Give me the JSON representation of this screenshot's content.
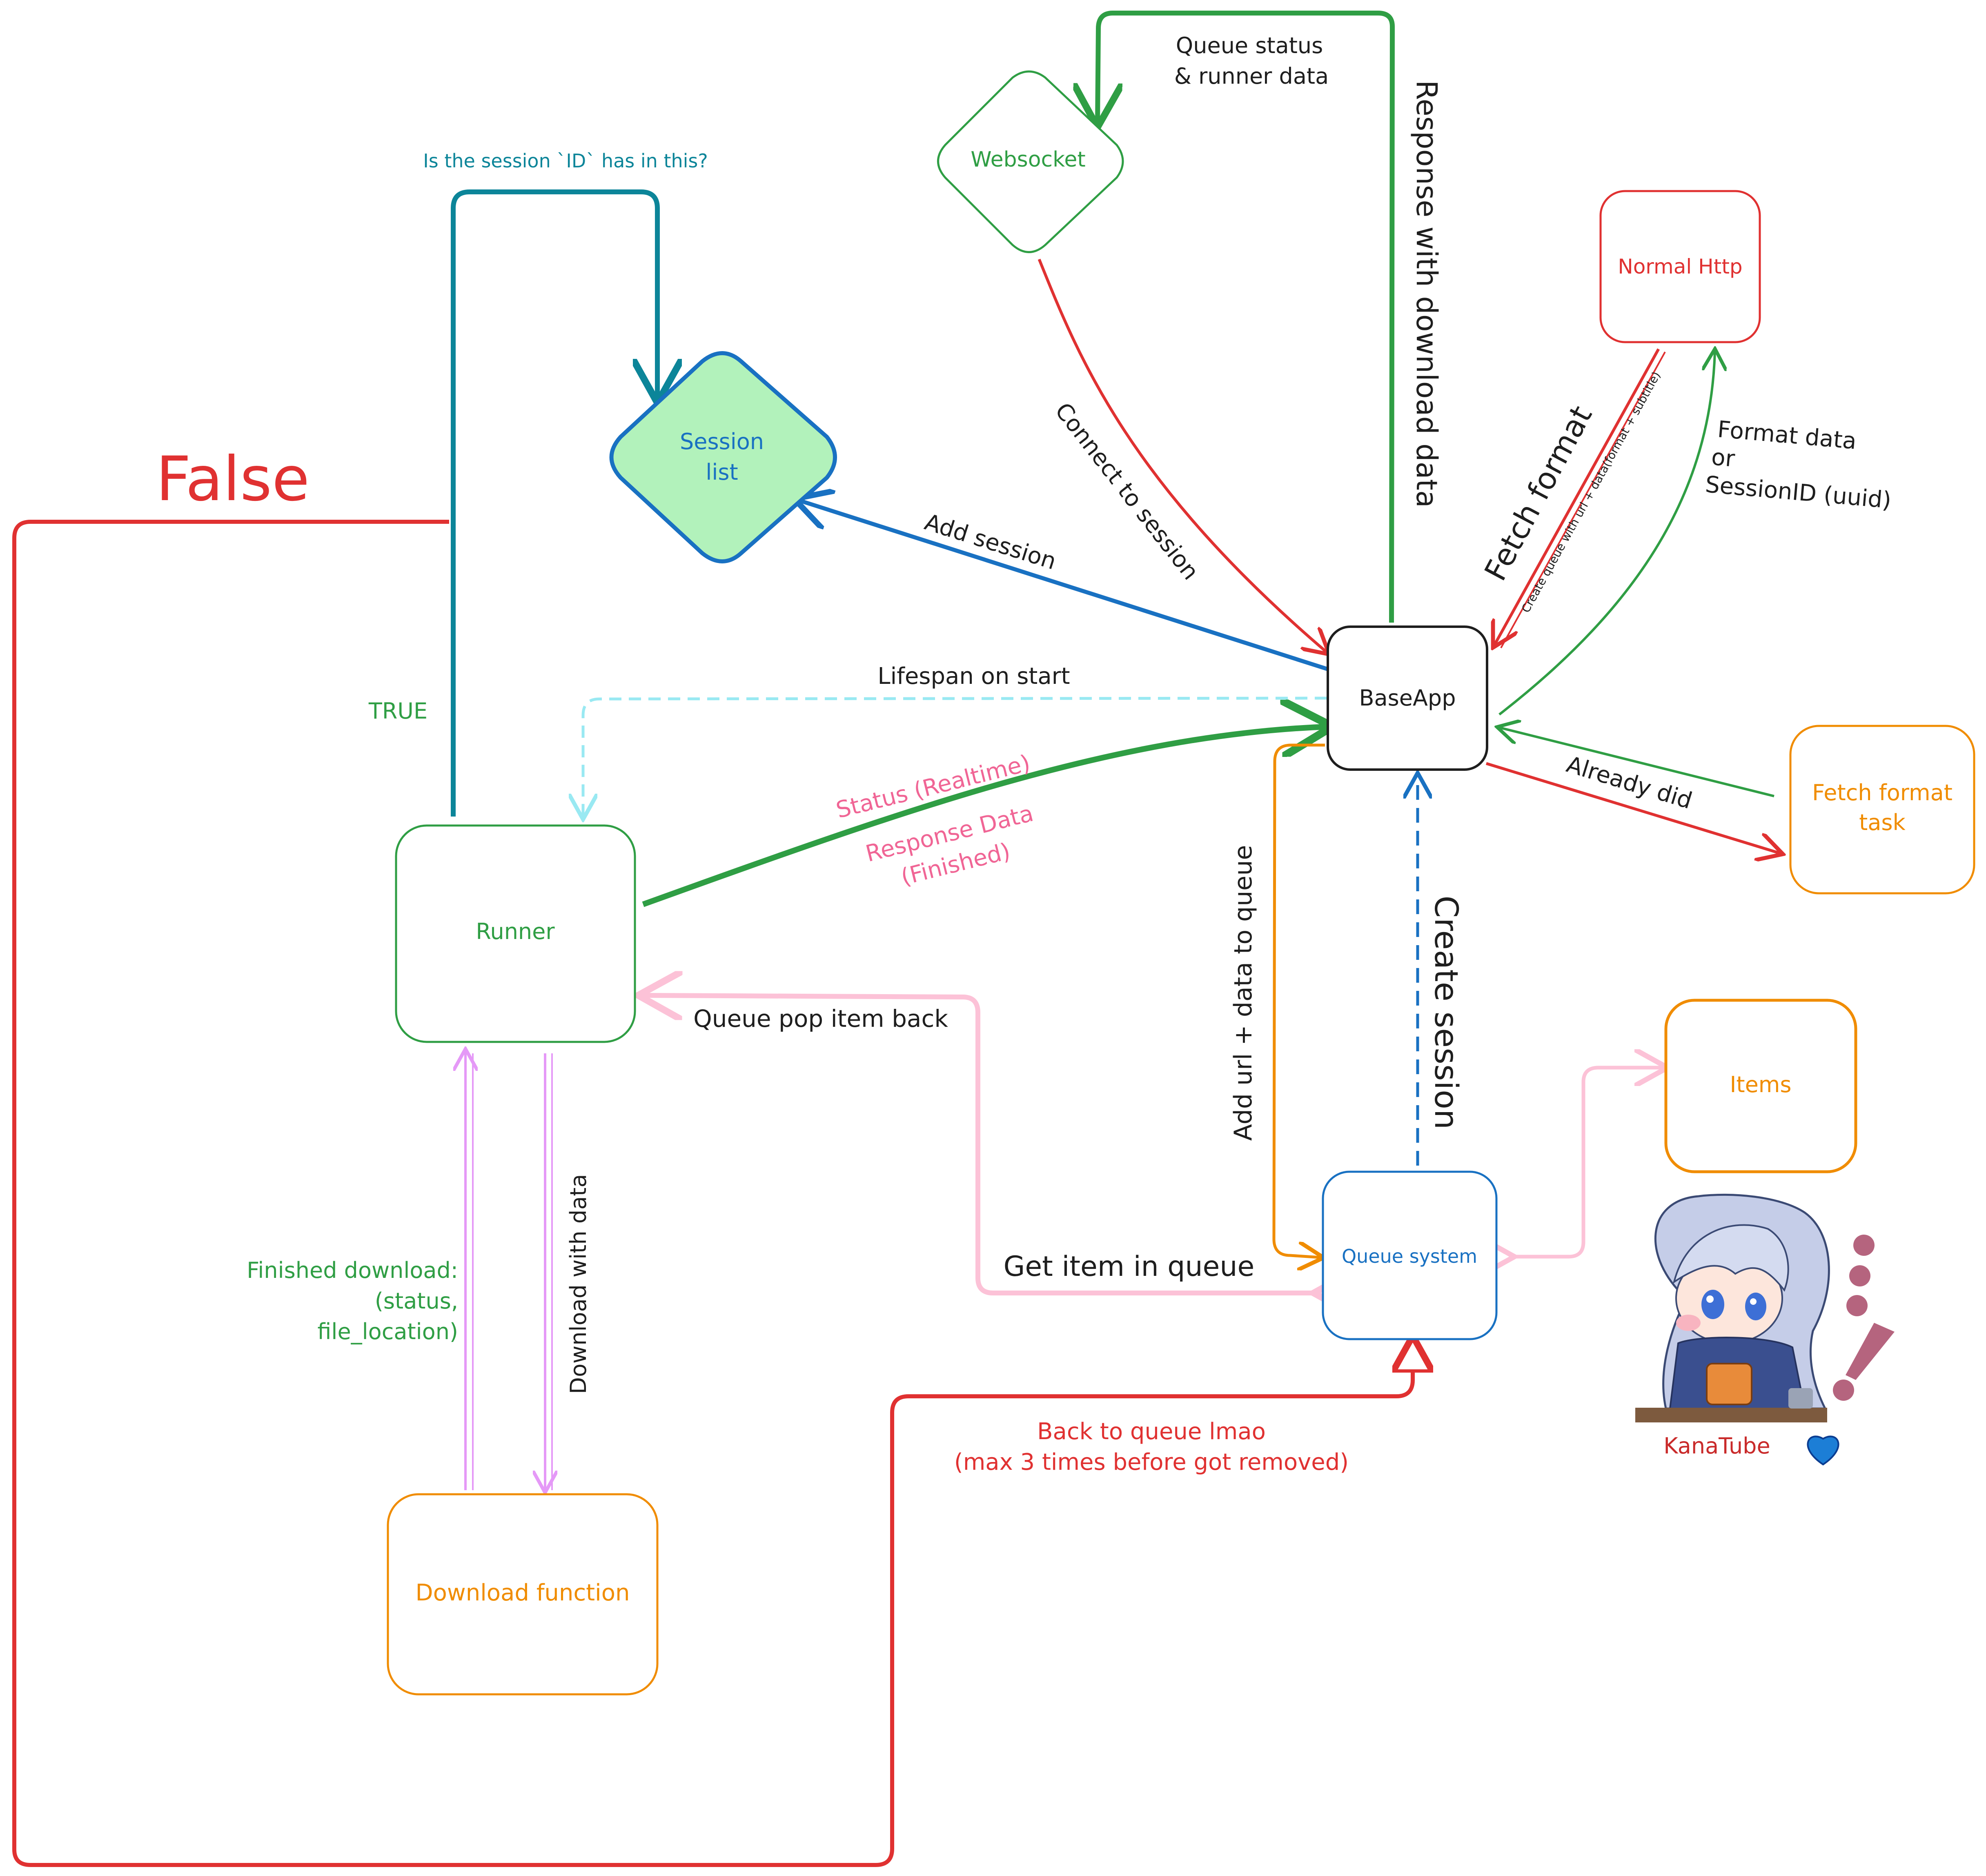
{
  "colors": {
    "red": "#e03131",
    "green": "#2f9e44",
    "blue": "#1971c2",
    "teal": "#0c8599",
    "orange": "#f08c00",
    "black": "#1e1e1e",
    "pink": "#f06595",
    "lightpink": "#fcc2d7",
    "violet": "#e599f7",
    "cyan": "#99e9f2",
    "mint": "#b2f2bb",
    "kanaRed": "#c92a2a",
    "exclaim": "#b5647e"
  },
  "nodes": {
    "websocket": "Websocket",
    "session_list": [
      "Session",
      "list"
    ],
    "normal_http": "Normal Http",
    "baseapp": "BaseApp",
    "runner": "Runner",
    "fetch_format_task": [
      "Fetch format",
      "task"
    ],
    "items": "Items",
    "queue_system": "Queue system",
    "download_function": "Download function"
  },
  "labels": {
    "false": "False",
    "true": "TRUE",
    "is_session": "Is the session `ID` has in this?",
    "queue_status": [
      "Queue status",
      "& runner data"
    ],
    "response_with_download": "Response with download data",
    "connect_to_session": "Connect to session",
    "add_session": "Add session",
    "fetch_format": "Fetch format",
    "create_queue_small": "Create queue with url + data(format + subtitle)",
    "format_data": [
      "Format data",
      "or",
      "SessionID (uuid)"
    ],
    "lifespan": "Lifespan on start",
    "status_realtime": "Status (Realtime)",
    "response_data": [
      "Response Data",
      "(Finished)"
    ],
    "already_did": "Already did",
    "add_url": "Add url + data to queue",
    "create_session": "Create session",
    "queue_pop": "Queue pop item back",
    "get_item": "Get item in queue",
    "finished_download": [
      "Finished download:",
      "(status,",
      "file_location)"
    ],
    "download_with_data": "Download with data",
    "back_to_queue": [
      "Back to queue lmao",
      "(max 3 times before got removed)"
    ],
    "kanatube": "KanaTube"
  },
  "icons": {
    "mascot": "chibi-girl-mascot",
    "heart": "blue-heart-icon",
    "exclamation": "exclamation-mark-icon"
  }
}
